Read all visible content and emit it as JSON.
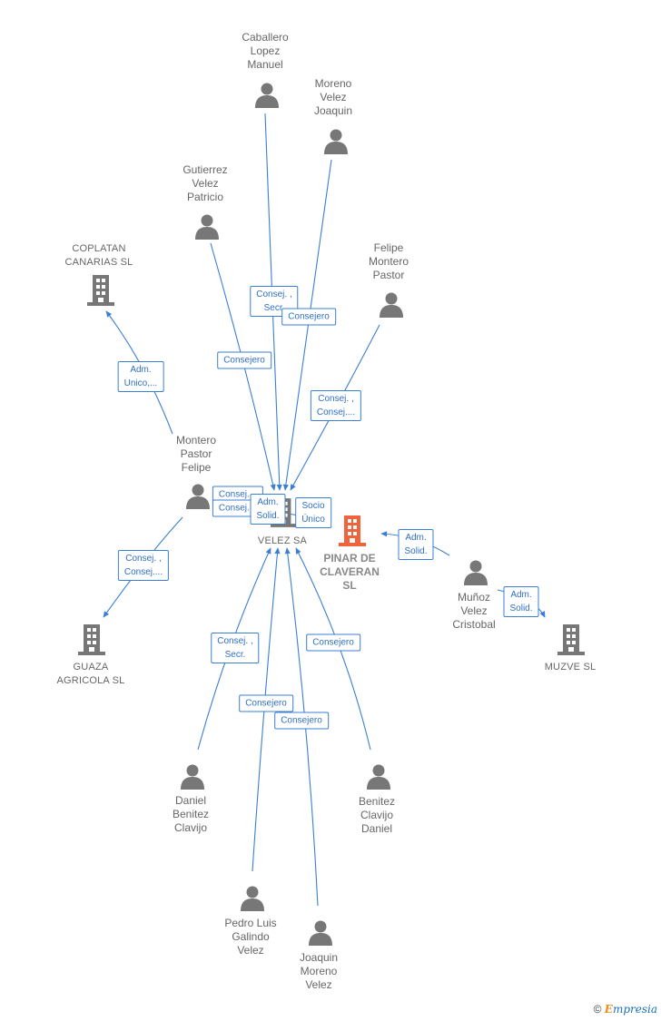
{
  "nodes": {
    "caballero": {
      "label": "Caballero\nLopez\nManuel",
      "kind": "person"
    },
    "moreno_joaquin": {
      "label": "Moreno\nVelez\nJoaquin",
      "kind": "person"
    },
    "gutierrez": {
      "label": "Gutierrez\nVelez\nPatricio",
      "kind": "person"
    },
    "felipe_montero": {
      "label": "Felipe\nMontero\nPastor",
      "kind": "person"
    },
    "coplatan": {
      "label": "COPLATAN\nCANARIAS  SL",
      "kind": "company"
    },
    "montero_felipe": {
      "label": "Montero\nPastor\nFelipe",
      "kind": "person"
    },
    "velez_sa": {
      "label": "VELEZ SA",
      "kind": "company"
    },
    "pinar": {
      "label": "PINAR DE\nCLAVERAN\nSL",
      "kind": "main"
    },
    "munoz": {
      "label": "Muñoz\nVelez\nCristobal",
      "kind": "person"
    },
    "guaza": {
      "label": "GUAZA\nAGRICOLA SL",
      "kind": "company"
    },
    "muzve": {
      "label": "MUZVE  SL",
      "kind": "company"
    },
    "daniel_benitez": {
      "label": "Daniel\nBenitez\nClavijo",
      "kind": "person"
    },
    "benitez_daniel": {
      "label": "Benitez\nClavijo\nDaniel",
      "kind": "person"
    },
    "pedro": {
      "label": "Pedro Luis\nGalindo\nVelez",
      "kind": "person"
    },
    "joaquin_moreno": {
      "label": "Joaquin\nMoreno\nVelez",
      "kind": "person"
    }
  },
  "edge_labels": {
    "caballero": "Consej. ,\nSecr.",
    "moreno_joaquin": "Consejero",
    "gutierrez": "Consejero",
    "felipe_montero": "Consej. ,\nConsej....",
    "coplatan": "Adm.\nUnico,...",
    "montero_velez_1": "Consej....",
    "montero_velez_2": "Consej....",
    "adm_solid_velez": "Adm.\nSolid.",
    "socio_unico": "Socio\nÚnico",
    "guaza": "Consej. ,\nConsej....",
    "munoz_pinar": "Adm.\nSolid.",
    "munoz_muzve": "Adm.\nSolid.",
    "daniel_benitez": "Consej. ,\nSecr.",
    "benitez_daniel": "Consejero",
    "pedro": "Consejero",
    "joaquin_moreno": "Consejero"
  },
  "colors": {
    "edge": "#3b7fd3",
    "person_icon": "#777777",
    "company_icon": "#777777",
    "main_icon": "#f0643c",
    "label": "#666666"
  },
  "footer": {
    "copyright": "©",
    "brand_e": "E",
    "brand_rest": "mpresia"
  }
}
